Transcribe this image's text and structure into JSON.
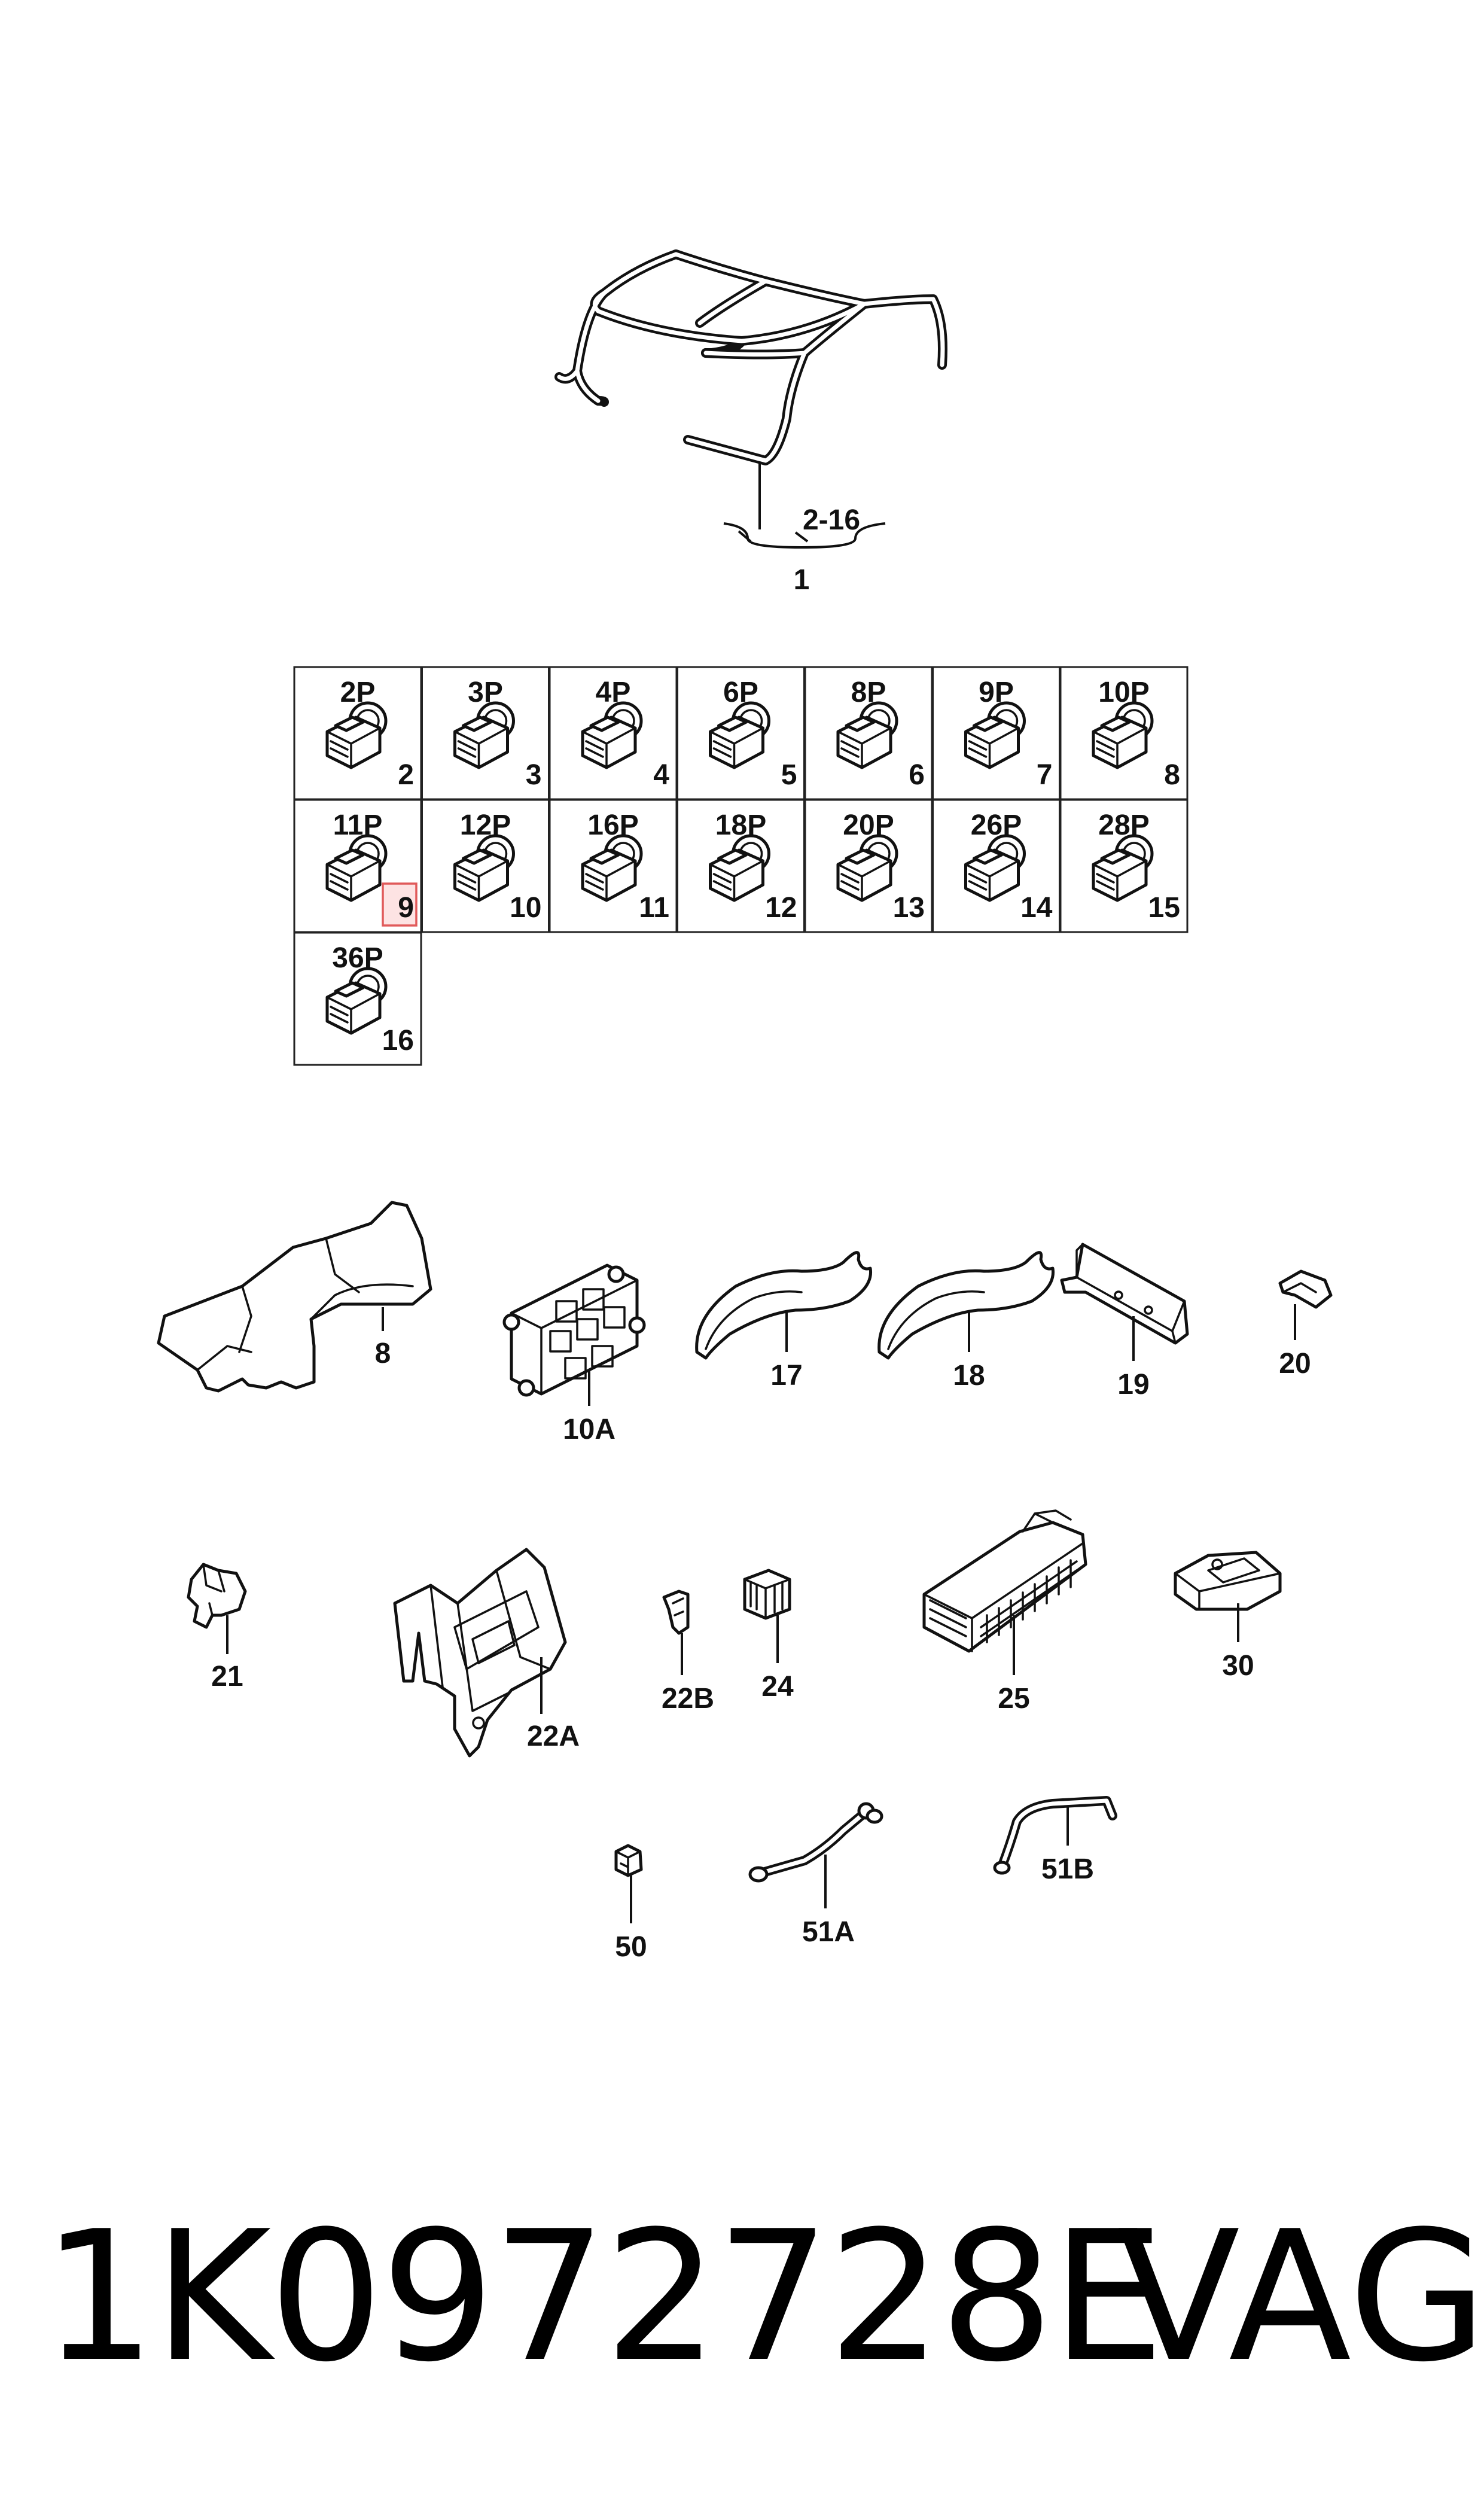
{
  "harness": {
    "range_label": "2-16",
    "item_label": "1"
  },
  "connectors": [
    {
      "pins": "2P",
      "item": "2",
      "highlighted": false
    },
    {
      "pins": "3P",
      "item": "3",
      "highlighted": false
    },
    {
      "pins": "4P",
      "item": "4",
      "highlighted": false
    },
    {
      "pins": "6P",
      "item": "5",
      "highlighted": false
    },
    {
      "pins": "8P",
      "item": "6",
      "highlighted": false
    },
    {
      "pins": "9P",
      "item": "7",
      "highlighted": false
    },
    {
      "pins": "10P",
      "item": "8",
      "highlighted": false
    },
    {
      "pins": "11P",
      "item": "9",
      "highlighted": true
    },
    {
      "pins": "12P",
      "item": "10",
      "highlighted": false
    },
    {
      "pins": "16P",
      "item": "11",
      "highlighted": false
    },
    {
      "pins": "18P",
      "item": "12",
      "highlighted": false
    },
    {
      "pins": "20P",
      "item": "13",
      "highlighted": false
    },
    {
      "pins": "26P",
      "item": "14",
      "highlighted": false
    },
    {
      "pins": "28P",
      "item": "15",
      "highlighted": false
    },
    {
      "pins": "36P",
      "item": "16",
      "highlighted": false
    }
  ],
  "parts": {
    "p8": "8",
    "p10A": "10A",
    "p17": "17",
    "p18": "18",
    "p19": "19",
    "p20": "20",
    "p21": "21",
    "p22A": "22A",
    "p22B": "22B",
    "p24": "24",
    "p25": "25",
    "p30": "30",
    "p50": "50",
    "p51A": "51A",
    "p51B": "51B"
  },
  "footer": {
    "part_number": "1K0972728E",
    "brand": "VAG"
  },
  "colors": {
    "highlight_fill": "#fde3e3",
    "highlight_stroke": "#e05a5a",
    "ink": "#111111"
  }
}
